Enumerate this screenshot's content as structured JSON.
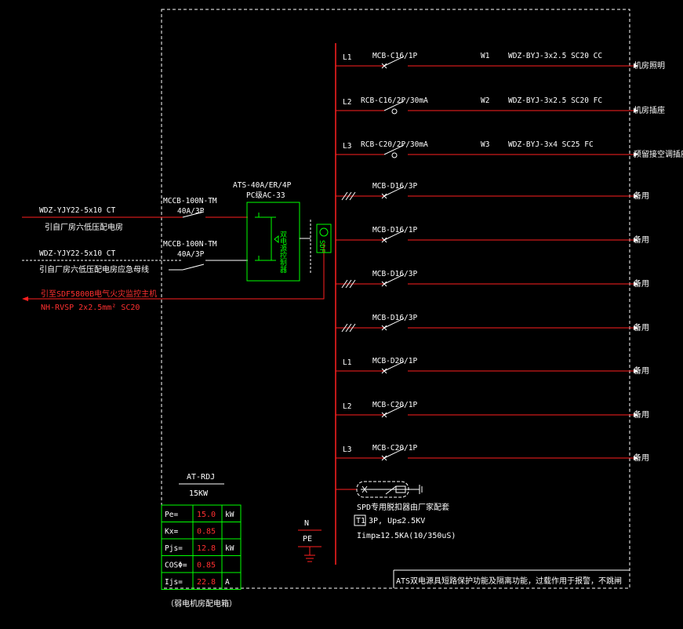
{
  "ats": {
    "model": "ATS-40A/ER/4P",
    "cert": "PC级AC-33",
    "ctrl_label": "双电源控制器"
  },
  "incomers": [
    {
      "cable": "WDZ-YJY22-5x10  CT",
      "from": "引自厂房六低压配电房",
      "breaker": "MCCB-100N-TM",
      "rating": "40A/3P"
    },
    {
      "cable": "WDZ-YJY22-5x10  CT",
      "from": "引自厂房六低压配电房应急母线",
      "breaker": "MCCB-100N-TM",
      "rating": "40A/3P"
    }
  ],
  "fire_signal": {
    "from": "引至SDF5800B电气火灾监控主机",
    "cable": "NH-RVSP 2x2.5mm² SC20"
  },
  "monitor_label": "SDF",
  "circuits": [
    {
      "phase": "L1",
      "breaker": "MCB-C16/1P",
      "wire_id": "W1",
      "cable": "WDZ-BYJ-3x2.5  SC20  CC",
      "load": "机房照明"
    },
    {
      "phase": "L2",
      "breaker": "RCB-C16/2P/30mA",
      "wire_id": "W2",
      "cable": "WDZ-BYJ-3x2.5  SC20  FC",
      "load": "机房插座"
    },
    {
      "phase": "L3",
      "breaker": "RCB-C20/2P/30mA",
      "wire_id": "W3",
      "cable": "WDZ-BYJ-3x4   SC25  FC",
      "load": "预留接空调插座"
    },
    {
      "phase": "",
      "breaker": "MCB-D16/3P",
      "wire_id": "",
      "cable": "",
      "load": "备用"
    },
    {
      "phase": "",
      "breaker": "MCB-D16/1P",
      "wire_id": "",
      "cable": "",
      "load": "备用"
    },
    {
      "phase": "",
      "breaker": "MCB-D16/3P",
      "wire_id": "",
      "cable": "",
      "load": "备用"
    },
    {
      "phase": "",
      "breaker": "MCB-D16/3P",
      "wire_id": "",
      "cable": "",
      "load": "备用"
    },
    {
      "phase": "L1",
      "breaker": "MCB-D20/1P",
      "wire_id": "",
      "cable": "",
      "load": "备用"
    },
    {
      "phase": "L2",
      "breaker": "MCB-C20/1P",
      "wire_id": "",
      "cable": "",
      "load": "备用"
    },
    {
      "phase": "L3",
      "breaker": "MCB-C20/1P",
      "wire_id": "",
      "cable": "",
      "load": "备用"
    }
  ],
  "spd": {
    "title": "SPD专用脱扣器由厂家配套",
    "class": "T1",
    "spec": "3P, Up≤2.5KV",
    "imp": "Iimp≥12.5KA(10/350uS)"
  },
  "ground": {
    "n": "N",
    "pe": "PE"
  },
  "panel": {
    "id": "AT-RDJ",
    "power": "15KW",
    "params": [
      {
        "key": "Pe=",
        "value": "15.0",
        "unit": "kW"
      },
      {
        "key": "Kx=",
        "value": "0.85",
        "unit": ""
      },
      {
        "key": "Pjs=",
        "value": "12.8",
        "unit": "kW"
      },
      {
        "key": "COSΦ=",
        "value": "0.85",
        "unit": ""
      },
      {
        "key": "Ijs=",
        "value": "22.8",
        "unit": "A"
      }
    ],
    "caption": "（弱电机房配电箱）"
  },
  "note": "ATS双电源具短路保护功能及隔离功能，过载作用于报警，不跳闸"
}
